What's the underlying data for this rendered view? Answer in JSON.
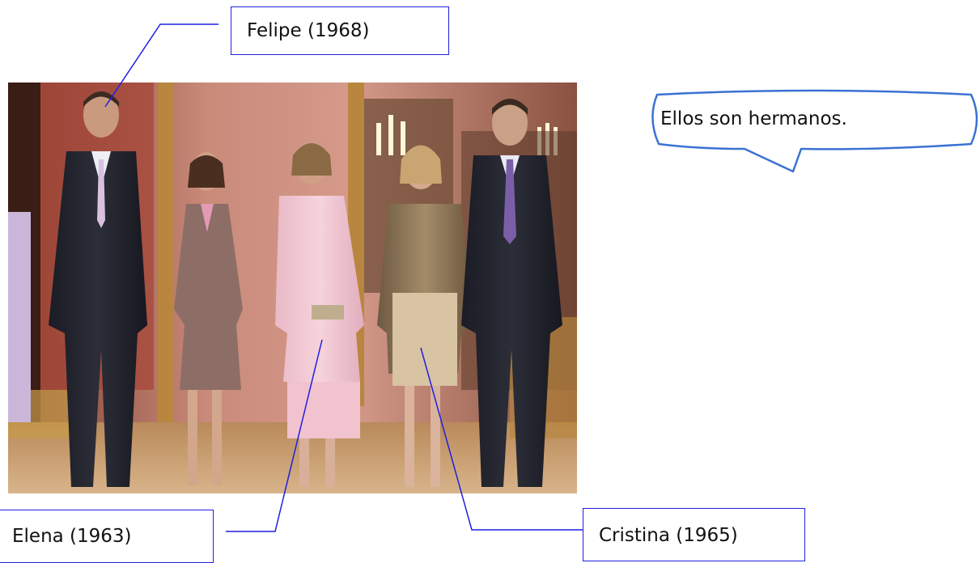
{
  "labels": {
    "felipe": "Felipe (1968)",
    "elena": "Elena (1963)",
    "cristina": "Cristina (1965)"
  },
  "speech_bubble": {
    "text": "Ellos son hermanos."
  },
  "colors": {
    "leader_line": "#1f1fe0",
    "bubble_border": "#3a72d4"
  }
}
